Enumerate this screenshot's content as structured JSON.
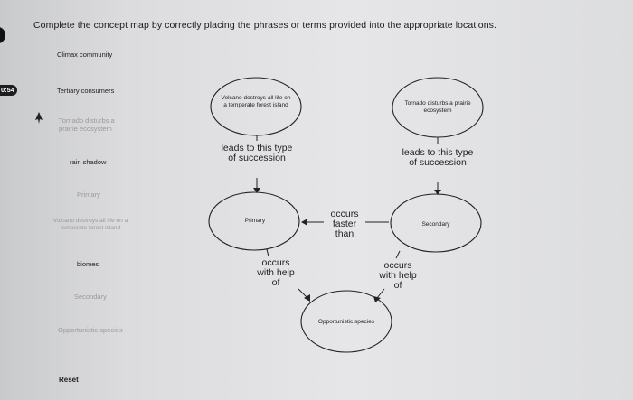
{
  "question": "Complete the concept map by correctly placing the phrases or terms provided into the appropriate locations.",
  "timer": "0:54",
  "bank": [
    {
      "text": "Climax community",
      "used": false
    },
    {
      "text": "Tertiary consumers",
      "used": false
    },
    {
      "text": "Tornado disturbs a prairie ecosystem",
      "used": true
    },
    {
      "text": "rain shadow",
      "used": false
    },
    {
      "text": "Primary",
      "used": true
    },
    {
      "text": "Volcano destroys all life on a temperate forest island",
      "used": true
    },
    {
      "text": "biomes",
      "used": false
    },
    {
      "text": "Secondary",
      "used": true
    },
    {
      "text": "Opportunistic species",
      "used": true
    }
  ],
  "map": {
    "node_volcano": "Volcano destroys all life on a temperate forest island",
    "node_tornado": "Tornado disturbs a prairie ecosystem",
    "node_primary": "Primary",
    "node_secondary": "Secondary",
    "node_opportunistic": "Opportunistic species",
    "link_leads_left": "leads to this type of succession",
    "link_leads_right": "leads to this type of succession",
    "link_faster": "occurs faster than",
    "link_help_left": "occurs with help of",
    "link_help_right": "occurs with help of"
  },
  "reset_label": "Reset"
}
